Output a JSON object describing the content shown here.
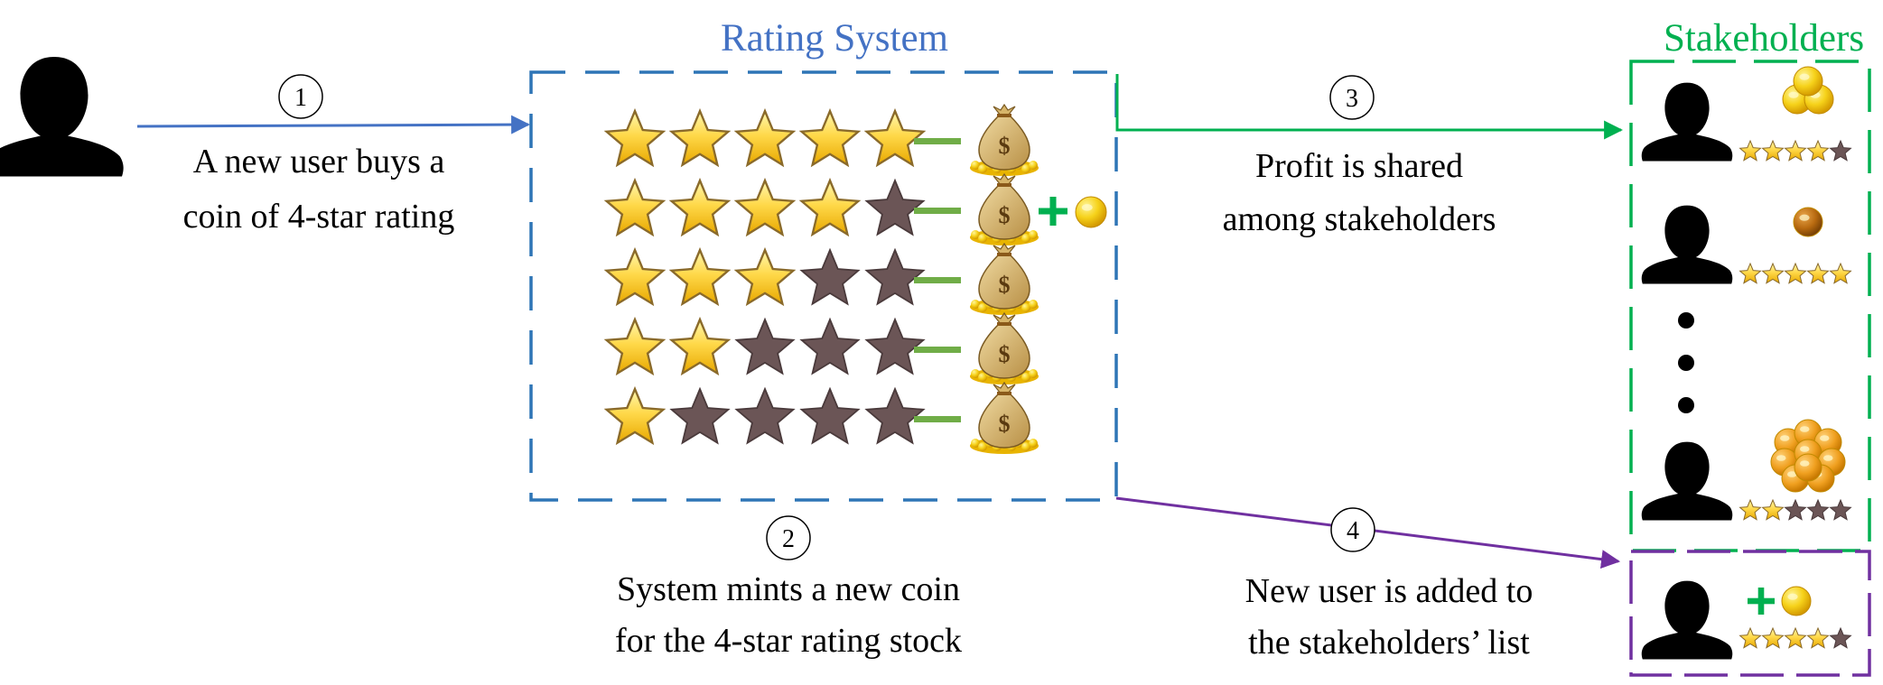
{
  "colors": {
    "blue": "#2E75B6",
    "arrow_blue": "#4472C4",
    "green": "#00B050",
    "purple": "#7030A0",
    "gold": "#F4C20D",
    "dark_star": "#6B5556",
    "dash_green": "#70AD47",
    "black": "#000000"
  },
  "rating_system": {
    "title": "Rating System",
    "rows": [
      {
        "gold_stars": 5,
        "dark_stars": 0,
        "new_coin": false
      },
      {
        "gold_stars": 4,
        "dark_stars": 1,
        "new_coin": true
      },
      {
        "gold_stars": 3,
        "dark_stars": 2,
        "new_coin": false
      },
      {
        "gold_stars": 2,
        "dark_stars": 3,
        "new_coin": false
      },
      {
        "gold_stars": 1,
        "dark_stars": 4,
        "new_coin": false
      }
    ]
  },
  "stakeholders": {
    "title": "Stakeholders",
    "members": [
      {
        "gold_stars": 4,
        "coins": "small-pile",
        "icon": "coin-pile-icon"
      },
      {
        "gold_stars": 5,
        "coins": "single-bronze",
        "icon": "bronze-coin-icon"
      },
      {
        "gold_stars": 2,
        "coins": "large-pile",
        "icon": "coin-stack-icon"
      }
    ],
    "new_member": {
      "gold_stars": 4,
      "icon": "plus-coin-icon"
    }
  },
  "steps": [
    {
      "number": "1",
      "line1": "A new user buys a",
      "line2": "coin of 4-star rating"
    },
    {
      "number": "2",
      "line1": "System mints a new coin",
      "line2": "for the 4-star rating stock"
    },
    {
      "number": "3",
      "line1": "Profit is shared",
      "line2": "among stakeholders"
    },
    {
      "number": "4",
      "line1": "New user is added to",
      "line2": "the stakeholders’ list"
    }
  ]
}
